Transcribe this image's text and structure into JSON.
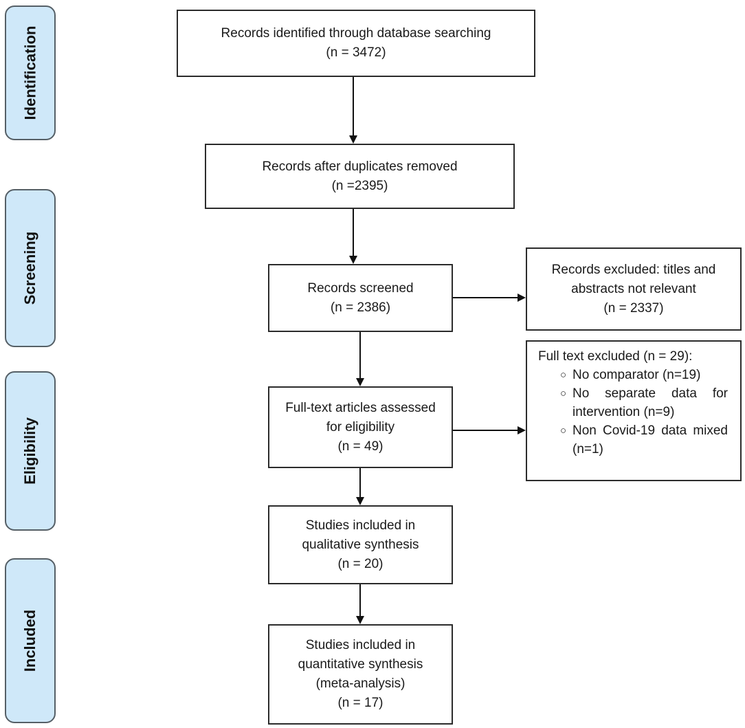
{
  "stages": [
    {
      "id": "identification",
      "label": "Identification"
    },
    {
      "id": "screening",
      "label": "Screening"
    },
    {
      "id": "eligibility",
      "label": "Eligibility"
    },
    {
      "id": "included",
      "label": "Included"
    }
  ],
  "boxes": {
    "identified": {
      "title": "Records identified through database searching",
      "count": "(n = 3472)"
    },
    "deduplicated": {
      "title": "Records after duplicates removed",
      "count": "(n =2395)"
    },
    "screened": {
      "title": "Records screened",
      "count": "(n = 2386)"
    },
    "screen_excluded": {
      "line1": "Records excluded: titles and",
      "line2": "abstracts not relevant",
      "count": "(n = 2337)"
    },
    "fulltext": {
      "line1": "Full-text articles assessed",
      "line2": "for eligibility",
      "count": "(n = 49)"
    },
    "fulltext_excluded": {
      "title": "Full text excluded (n = 29):",
      "reasons": [
        "No comparator (n=19)",
        "No separate data for intervention (n=9)",
        "Non Covid-19 data mixed (n=1)"
      ]
    },
    "qualitative": {
      "line1": "Studies included in",
      "line2": "qualitative synthesis",
      "count": "(n = 20)"
    },
    "quantitative": {
      "line1": "Studies included in",
      "line2": "quantitative synthesis",
      "line3": "(meta-analysis)",
      "count": "(n =  17)"
    }
  }
}
